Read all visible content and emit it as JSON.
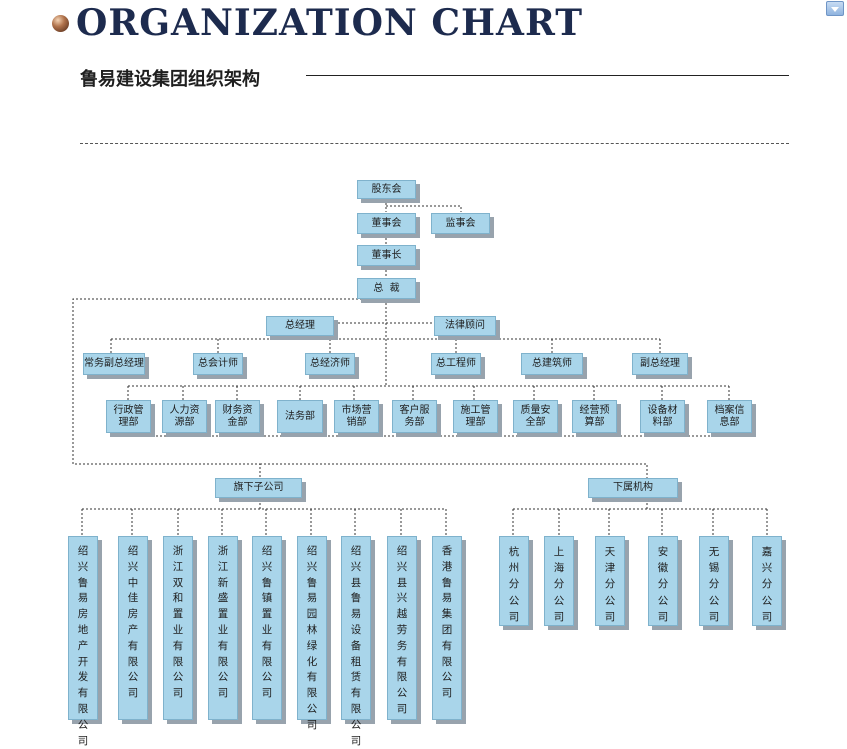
{
  "header": {
    "title": "ORGANIZATION CHART",
    "subtitle": "鲁易建设集团组织架构"
  },
  "chart": {
    "top": [
      "股东会",
      "董事会",
      "监事会",
      "董事长",
      "总  裁"
    ],
    "level2": [
      "总经理",
      "法律顾问"
    ],
    "deputies": [
      "常务副总经理",
      "总会计师",
      "总经济师",
      "总工程师",
      "总建筑师",
      "副总经理"
    ],
    "departments": [
      "行政管理部",
      "人力资源部",
      "财务资金部",
      "法务部",
      "市场营销部",
      "客户服务部",
      "施工管理部",
      "质量安全部",
      "经营预算部",
      "设备材料部",
      "档案信息部"
    ],
    "subsidiaries_header": "旗下子公司",
    "branches_header": "下属机构",
    "subsidiaries": [
      "绍兴鲁易房地产开发有限公司",
      "绍兴中佳房产有限公司",
      "浙江双和置业有限公司",
      "浙江新盛置业有限公司",
      "绍兴鲁镇置业有限公司",
      "绍兴鲁易园林绿化有限公司",
      "绍兴县鲁易设备租赁有限公司",
      "绍兴县兴越劳务有限公司",
      "香港鲁易集团有限公司"
    ],
    "branches": [
      "杭州分公司",
      "上海分公司",
      "天津分公司",
      "安徽分公司",
      "无锡分公司",
      "嘉兴分公司"
    ]
  }
}
